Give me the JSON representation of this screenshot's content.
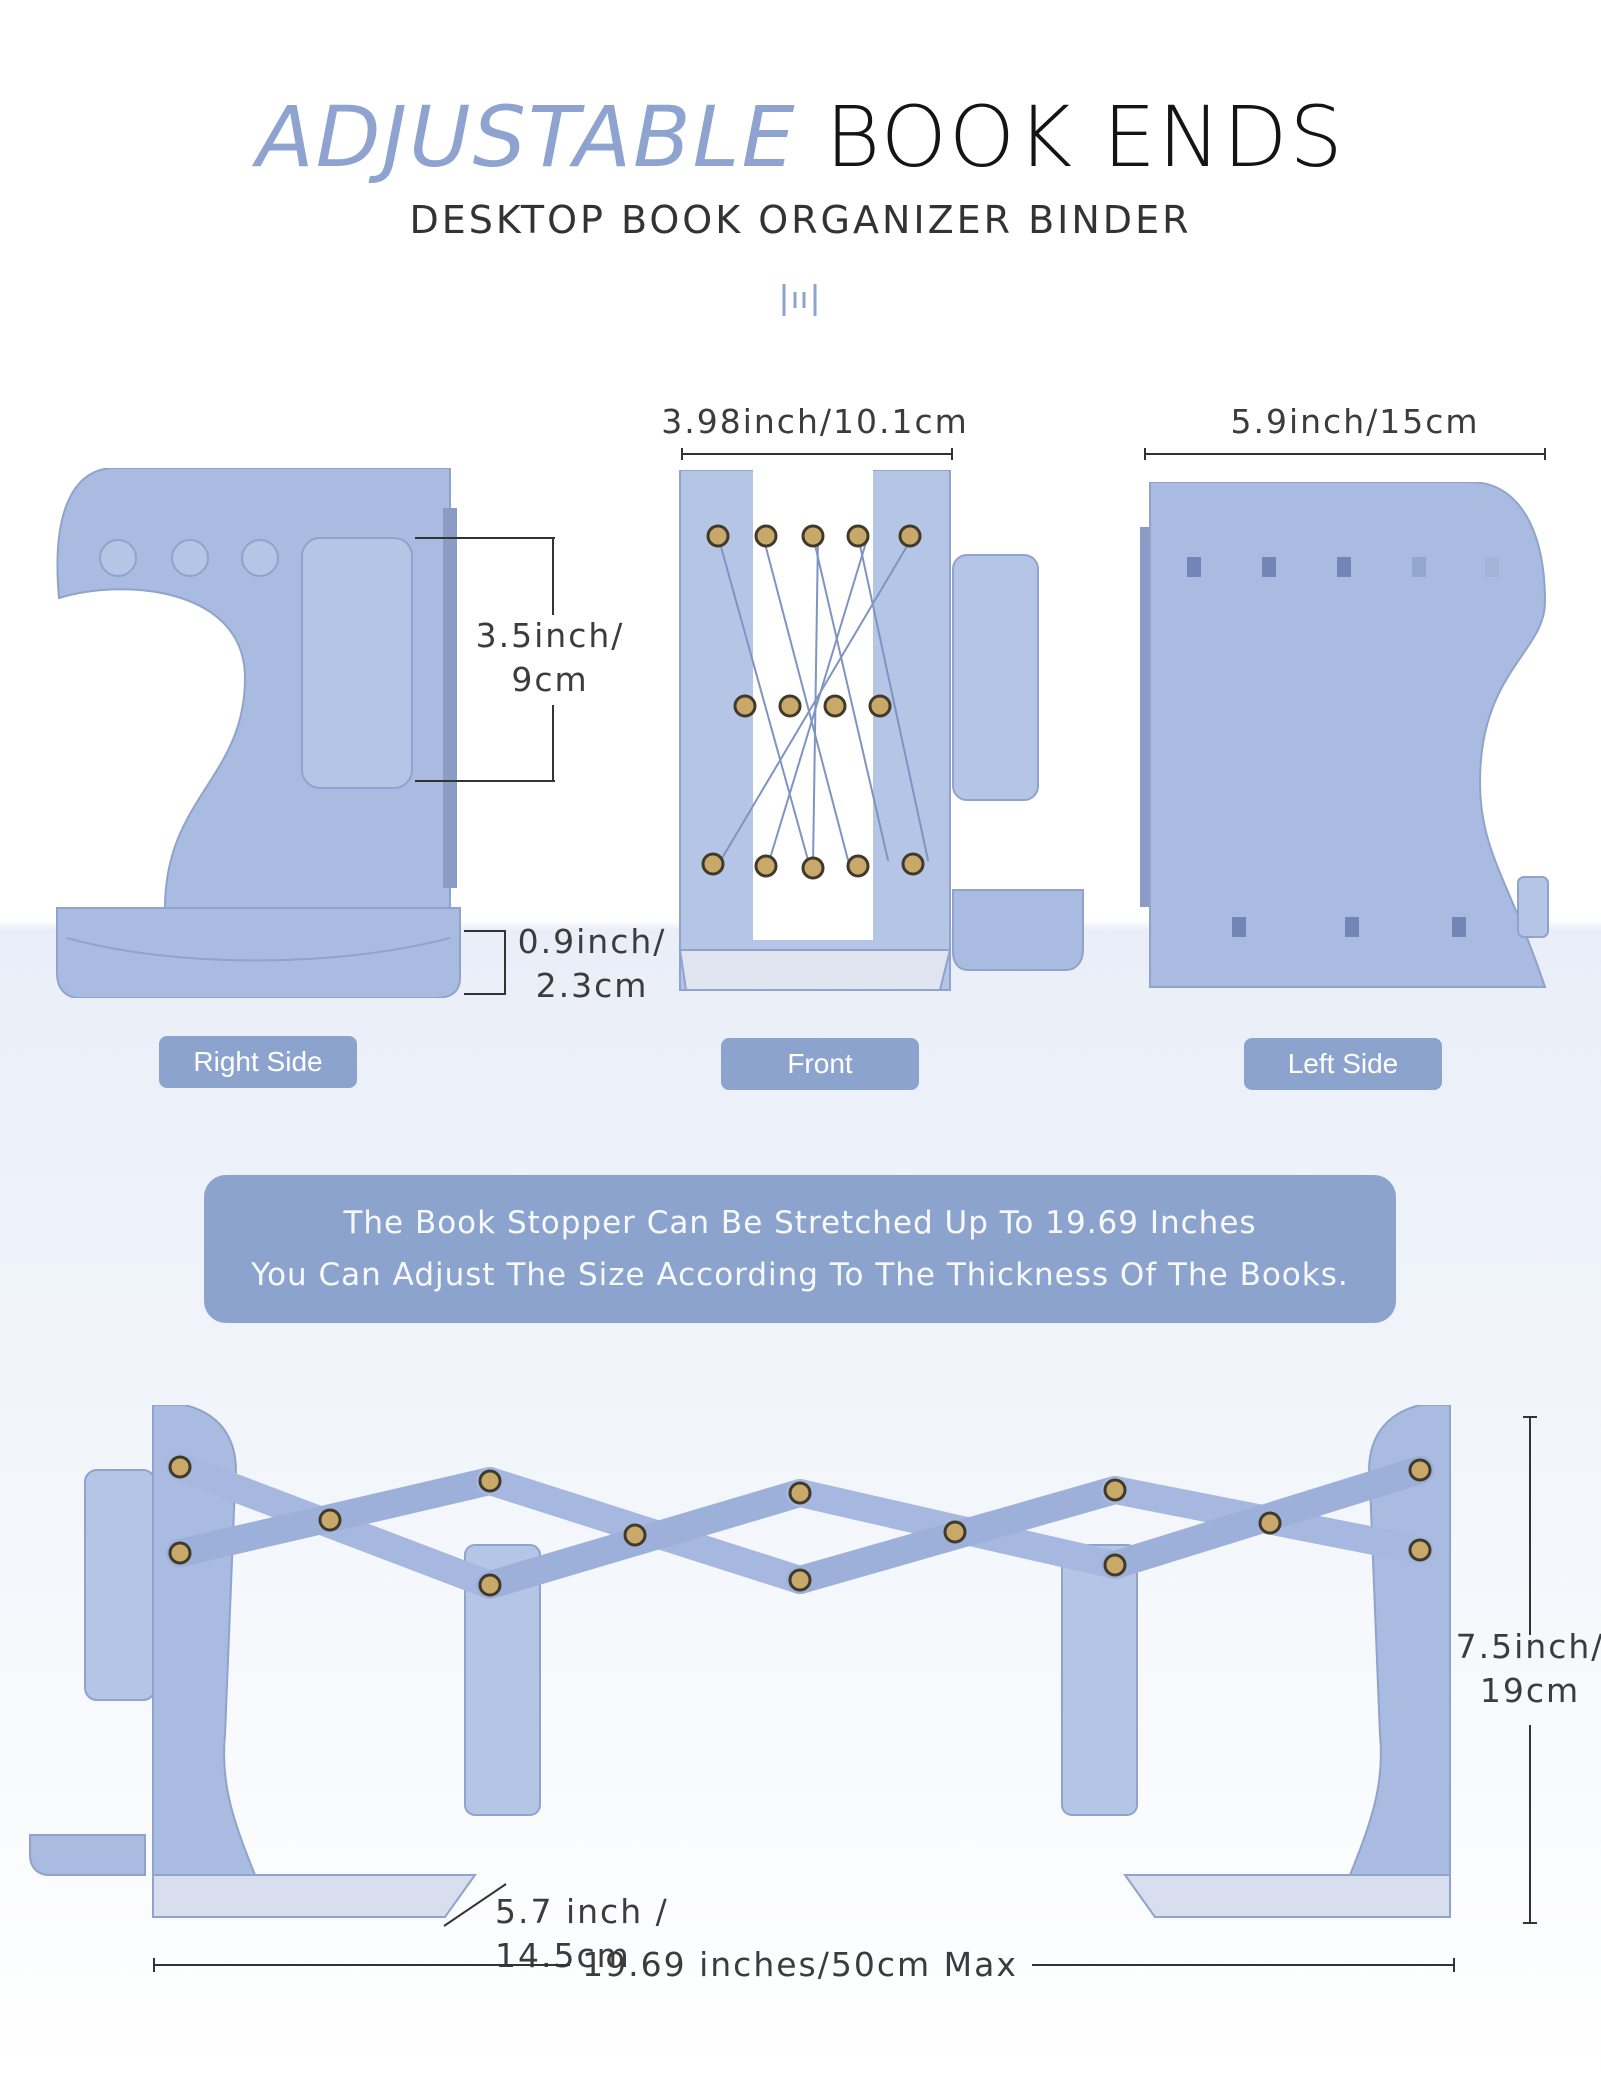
{
  "header": {
    "title_accent": "ADJUSTABLE",
    "title_main": "BOOK ENDS",
    "subtitle": "DESKTOP BOOK ORGANIZER BINDER"
  },
  "views": {
    "right_side": {
      "label": "Right Side",
      "height_dim_line1": "3.5inch/",
      "height_dim_line2": "9cm",
      "tray_dim_line1": "0.9inch/",
      "tray_dim_line2": "2.3cm"
    },
    "front": {
      "label": "Front",
      "width_dim": "3.98inch/10.1cm"
    },
    "left_side": {
      "label": "Left Side",
      "width_dim": "5.9inch/15cm"
    }
  },
  "banner": {
    "line1": "The Book Stopper Can Be Stretched Up To 19.69 Inches",
    "line2": "You Can Adjust The Size According To The Thickness Of The Books."
  },
  "extended_view": {
    "height_dim_line1": "7.5inch/",
    "height_dim_line2": "19cm",
    "base_dim": "5.7 inch / 14.5cm",
    "length_dim": "19.69 inches/50cm Max"
  },
  "colors": {
    "accent": "#8ea3cf",
    "product": "#a9bbe0",
    "banner": "#8ca4cd",
    "rivet": "#c9a96a"
  }
}
